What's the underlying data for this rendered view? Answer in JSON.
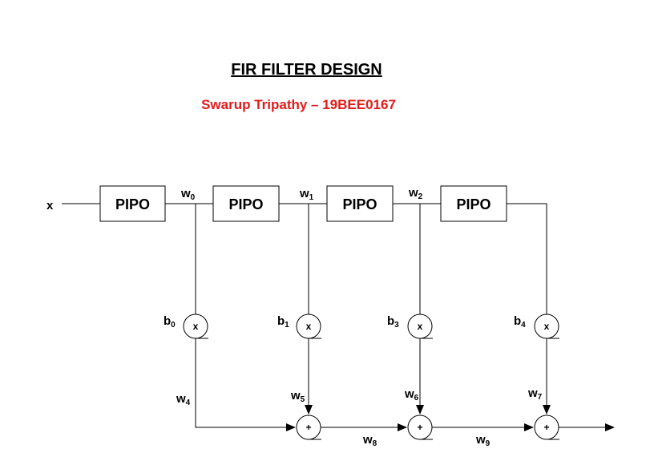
{
  "title": "FIR FILTER DESIGN",
  "author": "Swarup Tripathy – 19BEE0167",
  "colors": {
    "author": "#e31a1a",
    "line": "#000000"
  },
  "input": "x",
  "registers": [
    "PIPO",
    "PIPO",
    "PIPO",
    "PIPO"
  ],
  "taps": [
    {
      "wire": {
        "base": "w",
        "sub": "0"
      },
      "coef": {
        "base": "b",
        "sub": "0"
      },
      "product": {
        "base": "w",
        "sub": "4"
      },
      "multiplier": "x"
    },
    {
      "wire": {
        "base": "w",
        "sub": "1"
      },
      "coef": {
        "base": "b",
        "sub": "1"
      },
      "product": {
        "base": "w",
        "sub": "5"
      },
      "multiplier": "x"
    },
    {
      "wire": {
        "base": "w",
        "sub": "2"
      },
      "coef": {
        "base": "b",
        "sub": "3"
      },
      "product": {
        "base": "w",
        "sub": "6"
      },
      "multiplier": "x"
    },
    {
      "wire": null,
      "coef": {
        "base": "b",
        "sub": "4"
      },
      "product": {
        "base": "w",
        "sub": "7"
      },
      "multiplier": "x"
    }
  ],
  "adders": [
    "+",
    "+",
    "+"
  ],
  "sums": [
    {
      "base": "w",
      "sub": "8"
    },
    {
      "base": "w",
      "sub": "9"
    }
  ]
}
